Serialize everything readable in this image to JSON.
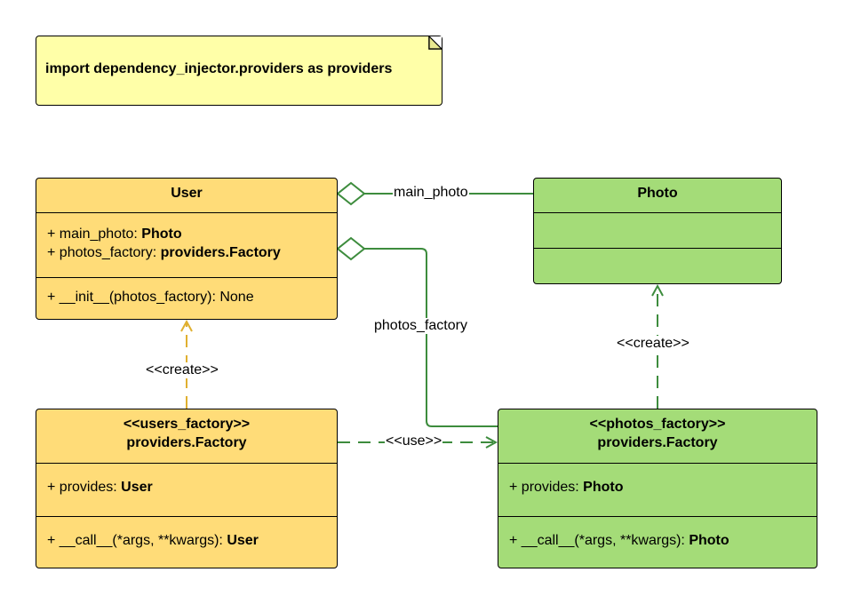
{
  "note": {
    "text": "import dependency_injector.providers as providers"
  },
  "user": {
    "title": "User",
    "attrs": [
      {
        "prefix": "+ main_photo: ",
        "type": "Photo"
      },
      {
        "prefix": "+ photos_factory: ",
        "type": "providers.Factory"
      }
    ],
    "methods": [
      {
        "text": "+ __init__(photos_factory): None"
      }
    ]
  },
  "photo": {
    "title": "Photo"
  },
  "users_factory": {
    "stereotype": "<<users_factory>>",
    "title": "providers.Factory",
    "attrs": [
      {
        "prefix": "+ provides: ",
        "type": "User"
      }
    ],
    "methods": [
      {
        "prefix": "+ __call__(*args, **kwargs): ",
        "type": "User"
      }
    ]
  },
  "photos_factory": {
    "stereotype": "<<photos_factory>>",
    "title": "providers.Factory",
    "attrs": [
      {
        "prefix": "+ provides: ",
        "type": "Photo"
      }
    ],
    "methods": [
      {
        "prefix": "+ __call__(*args, **kwargs): ",
        "type": "Photo"
      }
    ]
  },
  "labels": {
    "main_photo": "main_photo",
    "photos_factory": "photos_factory",
    "create_user": "<<create>>",
    "create_photo": "<<create>>",
    "use": "<<use>>"
  },
  "colors": {
    "yellow_fill": "#ffdc78",
    "green_fill": "#a4dc78",
    "note_fill": "#ffffa8",
    "yellow_line": "#e0b030",
    "green_line": "#3d8c3d"
  }
}
